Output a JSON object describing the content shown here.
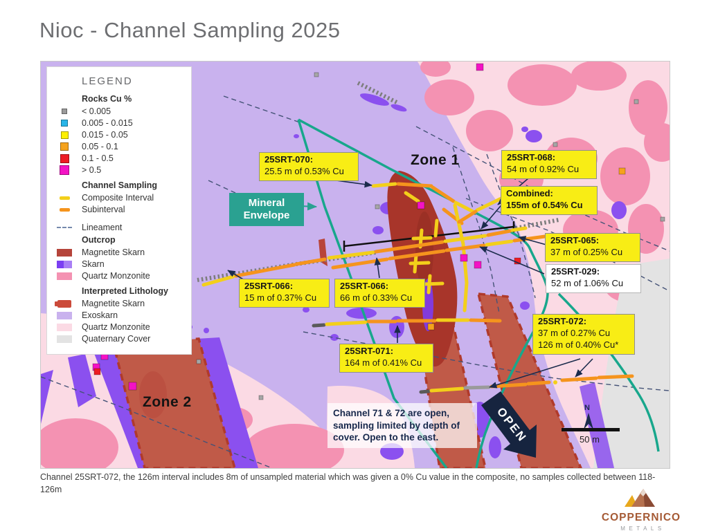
{
  "title": "Nioc - Channel Sampling 2025",
  "legend": {
    "heading": "LEGEND",
    "rocks_heading": "Rocks Cu %",
    "rock_classes": [
      {
        "label": "< 0.005",
        "color": "#9a9a9a"
      },
      {
        "label": "0.005 - 0.015",
        "color": "#29b5e8"
      },
      {
        "label": "0.015 - 0.05",
        "color": "#fdf000"
      },
      {
        "label": "0.05 - 0.1",
        "color": "#f5a21c"
      },
      {
        "label": "0.1 - 0.5",
        "color": "#ed1c24"
      },
      {
        "label": "> 0.5",
        "color": "#f313c4"
      }
    ],
    "channel_heading": "Channel Sampling",
    "channel_items": [
      {
        "label": "Composite Interval",
        "color": "#f3cf1a"
      },
      {
        "label": "Subinterval",
        "color": "#f5941d"
      }
    ],
    "lineament_label": "Lineament",
    "outcrop_heading": "Outcrop",
    "outcrop_items": [
      {
        "label": "Magnetite Skarn",
        "color": "#b5443a"
      },
      {
        "label": "Skarn",
        "color": "#7b3ff2"
      },
      {
        "label": "Quartz Monzonite",
        "color": "#f492b2"
      }
    ],
    "lithology_heading": "Interpreted Lithology",
    "lithology_items": [
      {
        "label": "Magnetite Skarn",
        "color": "#cb4a3a"
      },
      {
        "label": "Exoskarn",
        "color": "#c9b2ee"
      },
      {
        "label": "Quartz Monzonite",
        "color": "#fbdae4"
      },
      {
        "label": "Quaternary Cover",
        "color": "#e3e3e3"
      }
    ]
  },
  "map": {
    "zone1_label": "Zone 1",
    "zone2_label": "Zone 2",
    "mineral_envelope_label": "Mineral Envelope",
    "open_label": "OPEN",
    "north_label": "N",
    "scale_label": "50 m",
    "note": "Channel 71 & 72 are open, sampling limited by depth of cover. Open to the east.",
    "callouts": [
      {
        "title": "25SRT-070:",
        "lines": [
          "25.5 m of 0.53% Cu"
        ]
      },
      {
        "title": "25SRT-068:",
        "lines": [
          "54 m of 0.92% Cu"
        ]
      },
      {
        "title": "Combined:",
        "lines": [
          "155m of 0.54% Cu"
        ]
      },
      {
        "title": "25SRT-065:",
        "lines": [
          "37 m of 0.25% Cu"
        ]
      },
      {
        "title": "25SRT-029:",
        "lines": [
          "52 m of 1.06% Cu"
        ]
      },
      {
        "title": "25SRT-066:",
        "lines": [
          "15 m of 0.37% Cu"
        ]
      },
      {
        "title": "25SRT-066:",
        "lines": [
          "66 m of 0.33% Cu"
        ]
      },
      {
        "title": "25SRT-071:",
        "lines": [
          "164 m of 0.41% Cu"
        ]
      },
      {
        "title": "25SRT-072:",
        "lines": [
          "37 m of 0.27% Cu",
          "126 m of 0.40% Cu*"
        ]
      }
    ]
  },
  "footer": "Channel 25SRT-072, the 126m interval includes 8m of unsampled material which was given a 0% Cu value in the composite, no samples collected between 118-126m",
  "logo": {
    "name": "COPPERNICO",
    "subtitle": "METALS"
  },
  "colors": {
    "exoskarn": "#c9b2ee",
    "quartz_monzonite_interp": "#fbdae4",
    "quartz_monzonite_outcrop": "#f492b2",
    "magnetite_outcrop": "#a8352a",
    "magnetite_interp": "#c05a48",
    "magnetite_border": "#b03a2b",
    "skarn": "#8b50ef",
    "quaternary": "#e3e3e3",
    "envelope_teal": "#18a78c",
    "channel_yellow": "#f3cf1a",
    "channel_orange": "#f5941d",
    "callout_yellow": "#f8ed15",
    "navy": "#1b2b4c"
  }
}
